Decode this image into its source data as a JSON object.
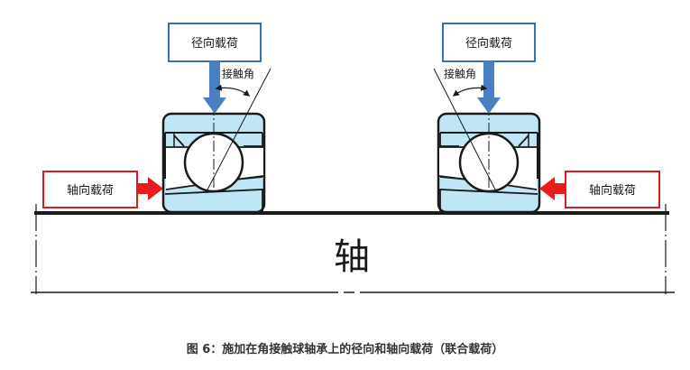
{
  "labels": {
    "radial_load": "径向载荷",
    "axial_load": "轴向载荷",
    "contact_angle": "接触角",
    "shaft": "轴"
  },
  "caption": "图 6：施加在角接触球轴承上的径向和轴向载荷（联合载荷）",
  "colors": {
    "radial_box_border": "#3a6db5",
    "radial_arrow": "#4a7fc4",
    "axial_box_border": "#d91e1e",
    "axial_arrow": "#e81c1c",
    "bearing_fill": "#bfe6f5",
    "outline": "#1a1a1a"
  },
  "icons": [
    "radial-load-arrow",
    "axial-load-arrow",
    "contact-angle-arc"
  ]
}
